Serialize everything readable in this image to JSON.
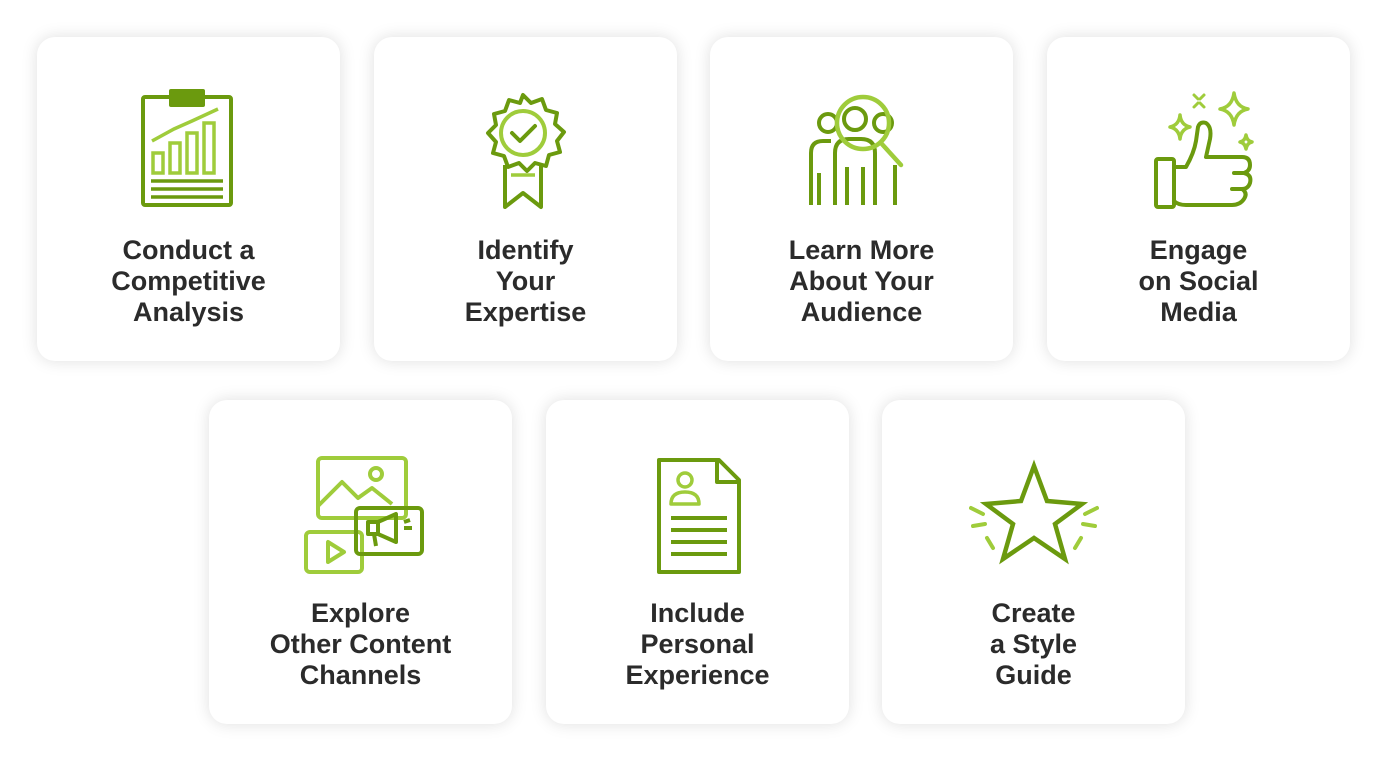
{
  "colors": {
    "dark_green": "#6b9a0e",
    "light_green": "#9fcc3b",
    "text": "#2b2b2b",
    "card_bg": "#ffffff"
  },
  "cards": [
    {
      "icon": "clipboard-chart-icon",
      "lines": [
        "Conduct a",
        "Competitive",
        "Analysis"
      ]
    },
    {
      "icon": "award-badge-icon",
      "lines": [
        "Identify",
        "Your",
        "Expertise"
      ]
    },
    {
      "icon": "audience-search-icon",
      "lines": [
        "Learn More",
        "About Your",
        "Audience"
      ]
    },
    {
      "icon": "thumbs-up-sparkle-icon",
      "lines": [
        "Engage",
        "on Social",
        "Media"
      ]
    },
    {
      "icon": "content-channels-icon",
      "lines": [
        "Explore",
        "Other Content",
        "Channels"
      ]
    },
    {
      "icon": "resume-document-icon",
      "lines": [
        "Include",
        "Personal",
        "Experience"
      ]
    },
    {
      "icon": "star-icon",
      "lines": [
        "Create",
        "a Style",
        "Guide"
      ]
    }
  ]
}
